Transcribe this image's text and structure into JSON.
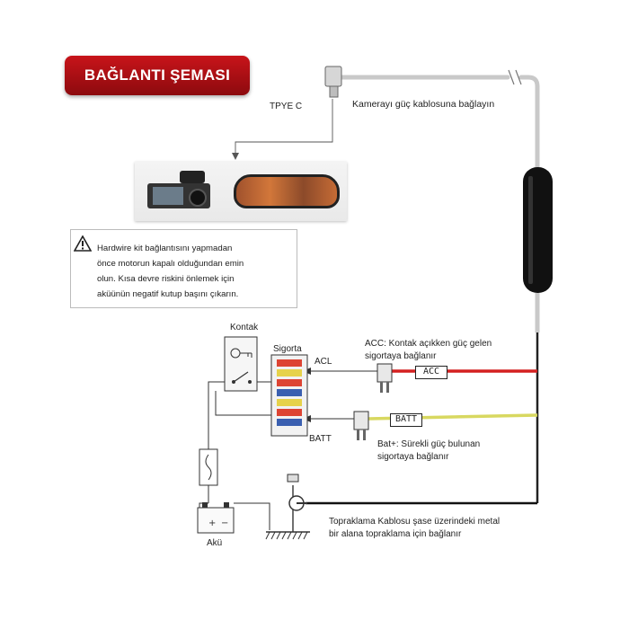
{
  "title": "BAĞLANTI ŞEMASI",
  "labels": {
    "type_c": "TPYE C",
    "camera_connect": "Kamerayı güç kablosuna bağlayın",
    "warning": "Hardwire kit bağlantısını yapmadan\nönce motorun kapalı olduğundan emin\nolun. Kısa devre riskini önlemek için\naküünün negatif kutup başını çıkarın.",
    "kontak": "Kontak",
    "sigorta": "Sigorta",
    "acl": "ACL",
    "batt_left": "BATT",
    "acc_note_line1": "ACC: Kontak açıkken güç gelen",
    "acc_note_line2": "sigortaya bağlanır",
    "acc_tag": "ACC",
    "batt_tag": "BATT",
    "bat_note_line1": "Bat+: Sürekli güç bulunan",
    "bat_note_line2": "sigortaya bağlanır",
    "ground_note_line1": "Topraklama Kablosu şase üzerindeki metal",
    "ground_note_line2": "bir alana topraklama için bağlanır",
    "aku": "Akü"
  },
  "colors": {
    "title_bg": "#b01016",
    "acc_wire": "#d42020",
    "batt_wire": "#d8d860",
    "ground_wire": "#111111",
    "cable": "#c9c9c9"
  },
  "icons": [
    "warning-icon",
    "ignition-key-icon",
    "fuse-icon",
    "battery-icon",
    "ground-icon",
    "wire-connector-icon"
  ]
}
